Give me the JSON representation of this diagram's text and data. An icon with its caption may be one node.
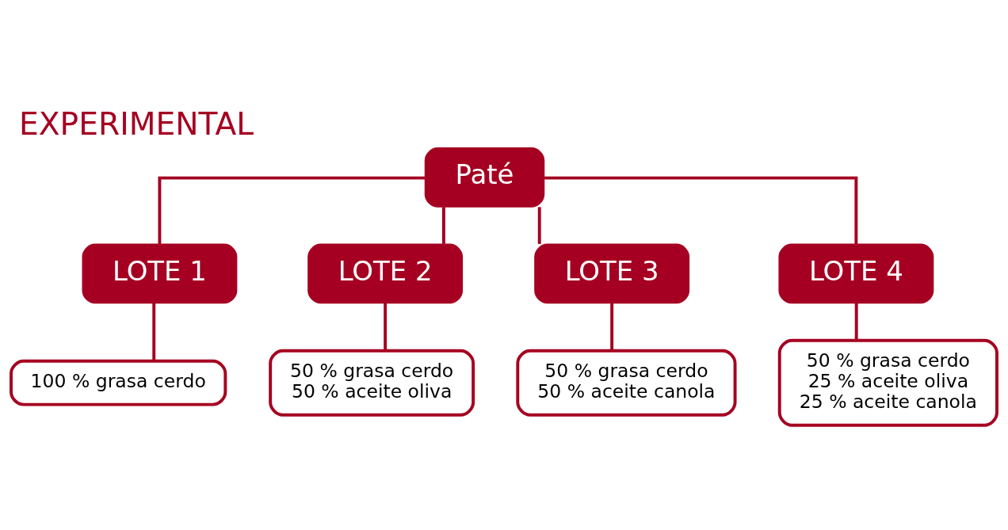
{
  "diagram": {
    "title": "EXPERIMENTAL",
    "nodes": [
      {
        "text": [
          "Paté"
        ]
      },
      {
        "text": [
          "LOTE 1"
        ]
      },
      {
        "text": [
          "LOTE 2"
        ]
      },
      {
        "text": [
          "LOTE 3"
        ]
      },
      {
        "text": [
          "LOTE 4"
        ]
      },
      {
        "text": [
          "100 % grasa cerdo"
        ]
      },
      {
        "text": [
          "50 % grasa cerdo",
          "50 % aceite oliva"
        ]
      },
      {
        "text": [
          "50 % grasa cerdo",
          "50 % aceite canola"
        ]
      },
      {
        "text": [
          "50 % grasa cerdo",
          "25 % aceite oliva",
          "25 % aceite canola"
        ]
      }
    ],
    "edges": [
      {
        "from": 0,
        "to": 1,
        "arrow": "none"
      },
      {
        "from": 0,
        "to": 2,
        "arrow": "none"
      },
      {
        "from": 0,
        "to": 3,
        "arrow": "none"
      },
      {
        "from": 0,
        "to": 4,
        "arrow": "none"
      },
      {
        "from": 1,
        "to": 5,
        "arrow": "none"
      },
      {
        "from": 2,
        "to": 6,
        "arrow": "none"
      },
      {
        "from": 3,
        "to": 7,
        "arrow": "none"
      },
      {
        "from": 4,
        "to": 8,
        "arrow": "none"
      }
    ]
  }
}
